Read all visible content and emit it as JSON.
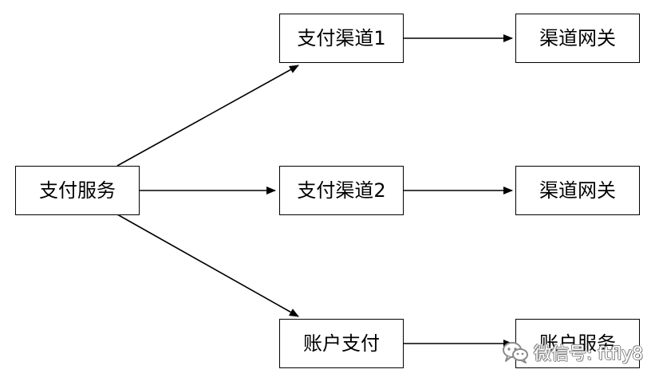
{
  "nodes": {
    "payment_service": "支付服务",
    "payment_channel_1": "支付渠道1",
    "payment_channel_2": "支付渠道2",
    "account_payment": "账户支付",
    "channel_gateway_1": "渠道网关",
    "channel_gateway_2": "渠道网关",
    "account_service": "账户服务"
  },
  "watermark": {
    "text": "微信号: ftfly8",
    "icon": "wechat-icon"
  },
  "edges": [
    {
      "from": "payment_service",
      "to": "payment_channel_1"
    },
    {
      "from": "payment_service",
      "to": "payment_channel_2"
    },
    {
      "from": "payment_service",
      "to": "account_payment"
    },
    {
      "from": "payment_channel_1",
      "to": "channel_gateway_1"
    },
    {
      "from": "payment_channel_2",
      "to": "channel_gateway_2"
    },
    {
      "from": "account_payment",
      "to": "account_service"
    }
  ]
}
